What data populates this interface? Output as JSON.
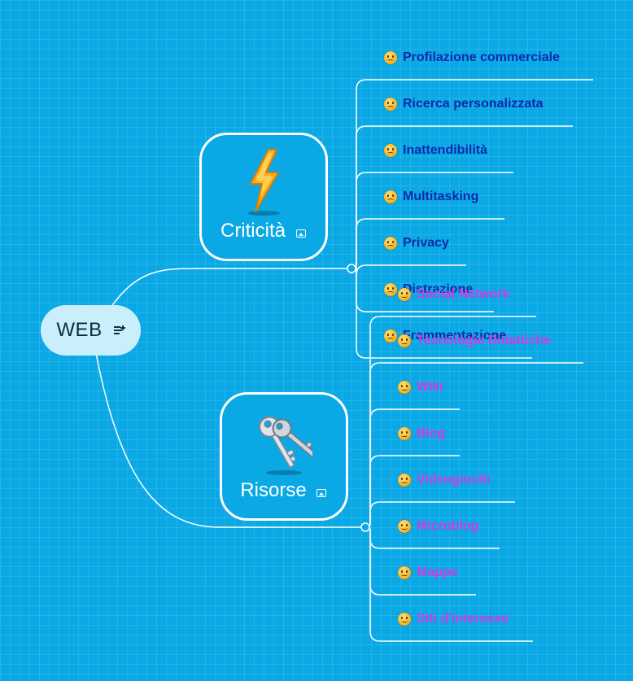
{
  "central": {
    "title": "WEB",
    "notes_icon": "notes-icon"
  },
  "topics": [
    {
      "title": "Criticità",
      "image": "lightning-bolt-icon",
      "badge_icon": "image-icon",
      "leaf_emoji": "frowning-face",
      "leaf_color": "#0d2aa8",
      "items": [
        "Profilazione commerciale",
        "Ricerca personalizzata",
        "Inattendibilità",
        "Multitasking",
        "Privacy",
        "Distrazione",
        "Frammentazione"
      ]
    },
    {
      "title": "Risorse",
      "image": "keys-icon",
      "badge_icon": "image-icon",
      "leaf_emoji": "smiling-face",
      "leaf_color": "#d23ae3",
      "items": [
        "Social Network",
        "Tecnologie Didattiche",
        "Wiki",
        "Blog",
        "Videogiochi",
        "Microblog",
        "Mappe",
        "Siti d'interesse"
      ]
    }
  ],
  "colors": {
    "background": "#0aa9e6",
    "line": "#ffffff",
    "central_fill": "#c9eefc"
  }
}
